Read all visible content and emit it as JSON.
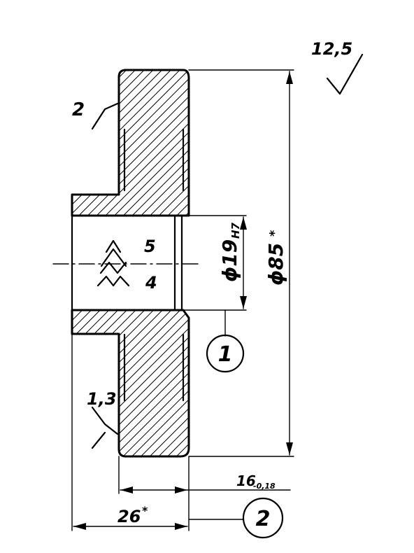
{
  "roughness": {
    "general": "12,5"
  },
  "dimensions": {
    "bore": "ϕ19",
    "bore_tol": "H7",
    "outer": "ϕ85",
    "outer_mark": "*",
    "hub_length": "26",
    "hub_mark": "*",
    "web_width": "16",
    "web_tol": "-0,18"
  },
  "surface_marks": {
    "upper_face": "2",
    "lower_face": "1,3",
    "bore_top": "5",
    "bore_bottom": "4"
  },
  "callouts": {
    "bore_surface": "1",
    "face_surface": "2"
  }
}
